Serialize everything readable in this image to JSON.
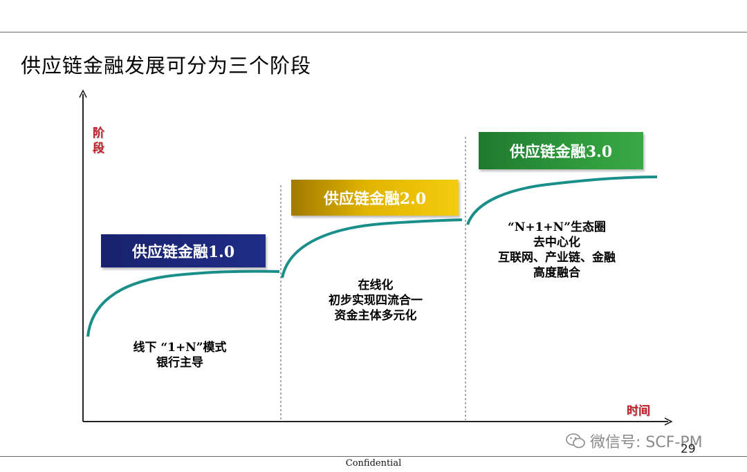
{
  "slide": {
    "title": "供应链金融发展可分为三个阶段",
    "y_axis_label": "阶段",
    "x_axis_label": "时间",
    "stages": [
      {
        "name": "供应链金融1.0",
        "color": "#1b2575",
        "lines": [
          "线下 “1+N”模式",
          "银行主导"
        ]
      },
      {
        "name": "供应链金融2.0",
        "color": "#e0b300",
        "lines": [
          "在线化",
          "初步实现四流合一",
          "资金主体多元化"
        ]
      },
      {
        "name": "供应链金融3.0",
        "color": "#2e9a3c",
        "lines": [
          "“N+1+N”生态圈",
          "去中心化",
          "互联网、产业链、金融",
          "高度融合"
        ]
      }
    ],
    "curve_color": "#1a8f8a",
    "page_number": "29",
    "footer": "Confidential",
    "watermark": "微信号: SCF-PM"
  }
}
